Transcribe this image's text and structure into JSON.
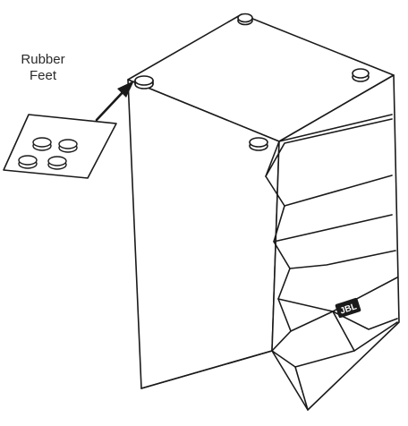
{
  "callout": {
    "line1": "Rubber",
    "line2": "Feet"
  },
  "badge": {
    "text": "JBL"
  },
  "colors": {
    "line": "#1a1a1a",
    "background": "#ffffff"
  },
  "icons": {
    "speaker": "speaker-cabinet-icon",
    "pad": "rubber-feet-sheet-icon",
    "arrow": "pointer-arrow-icon"
  }
}
